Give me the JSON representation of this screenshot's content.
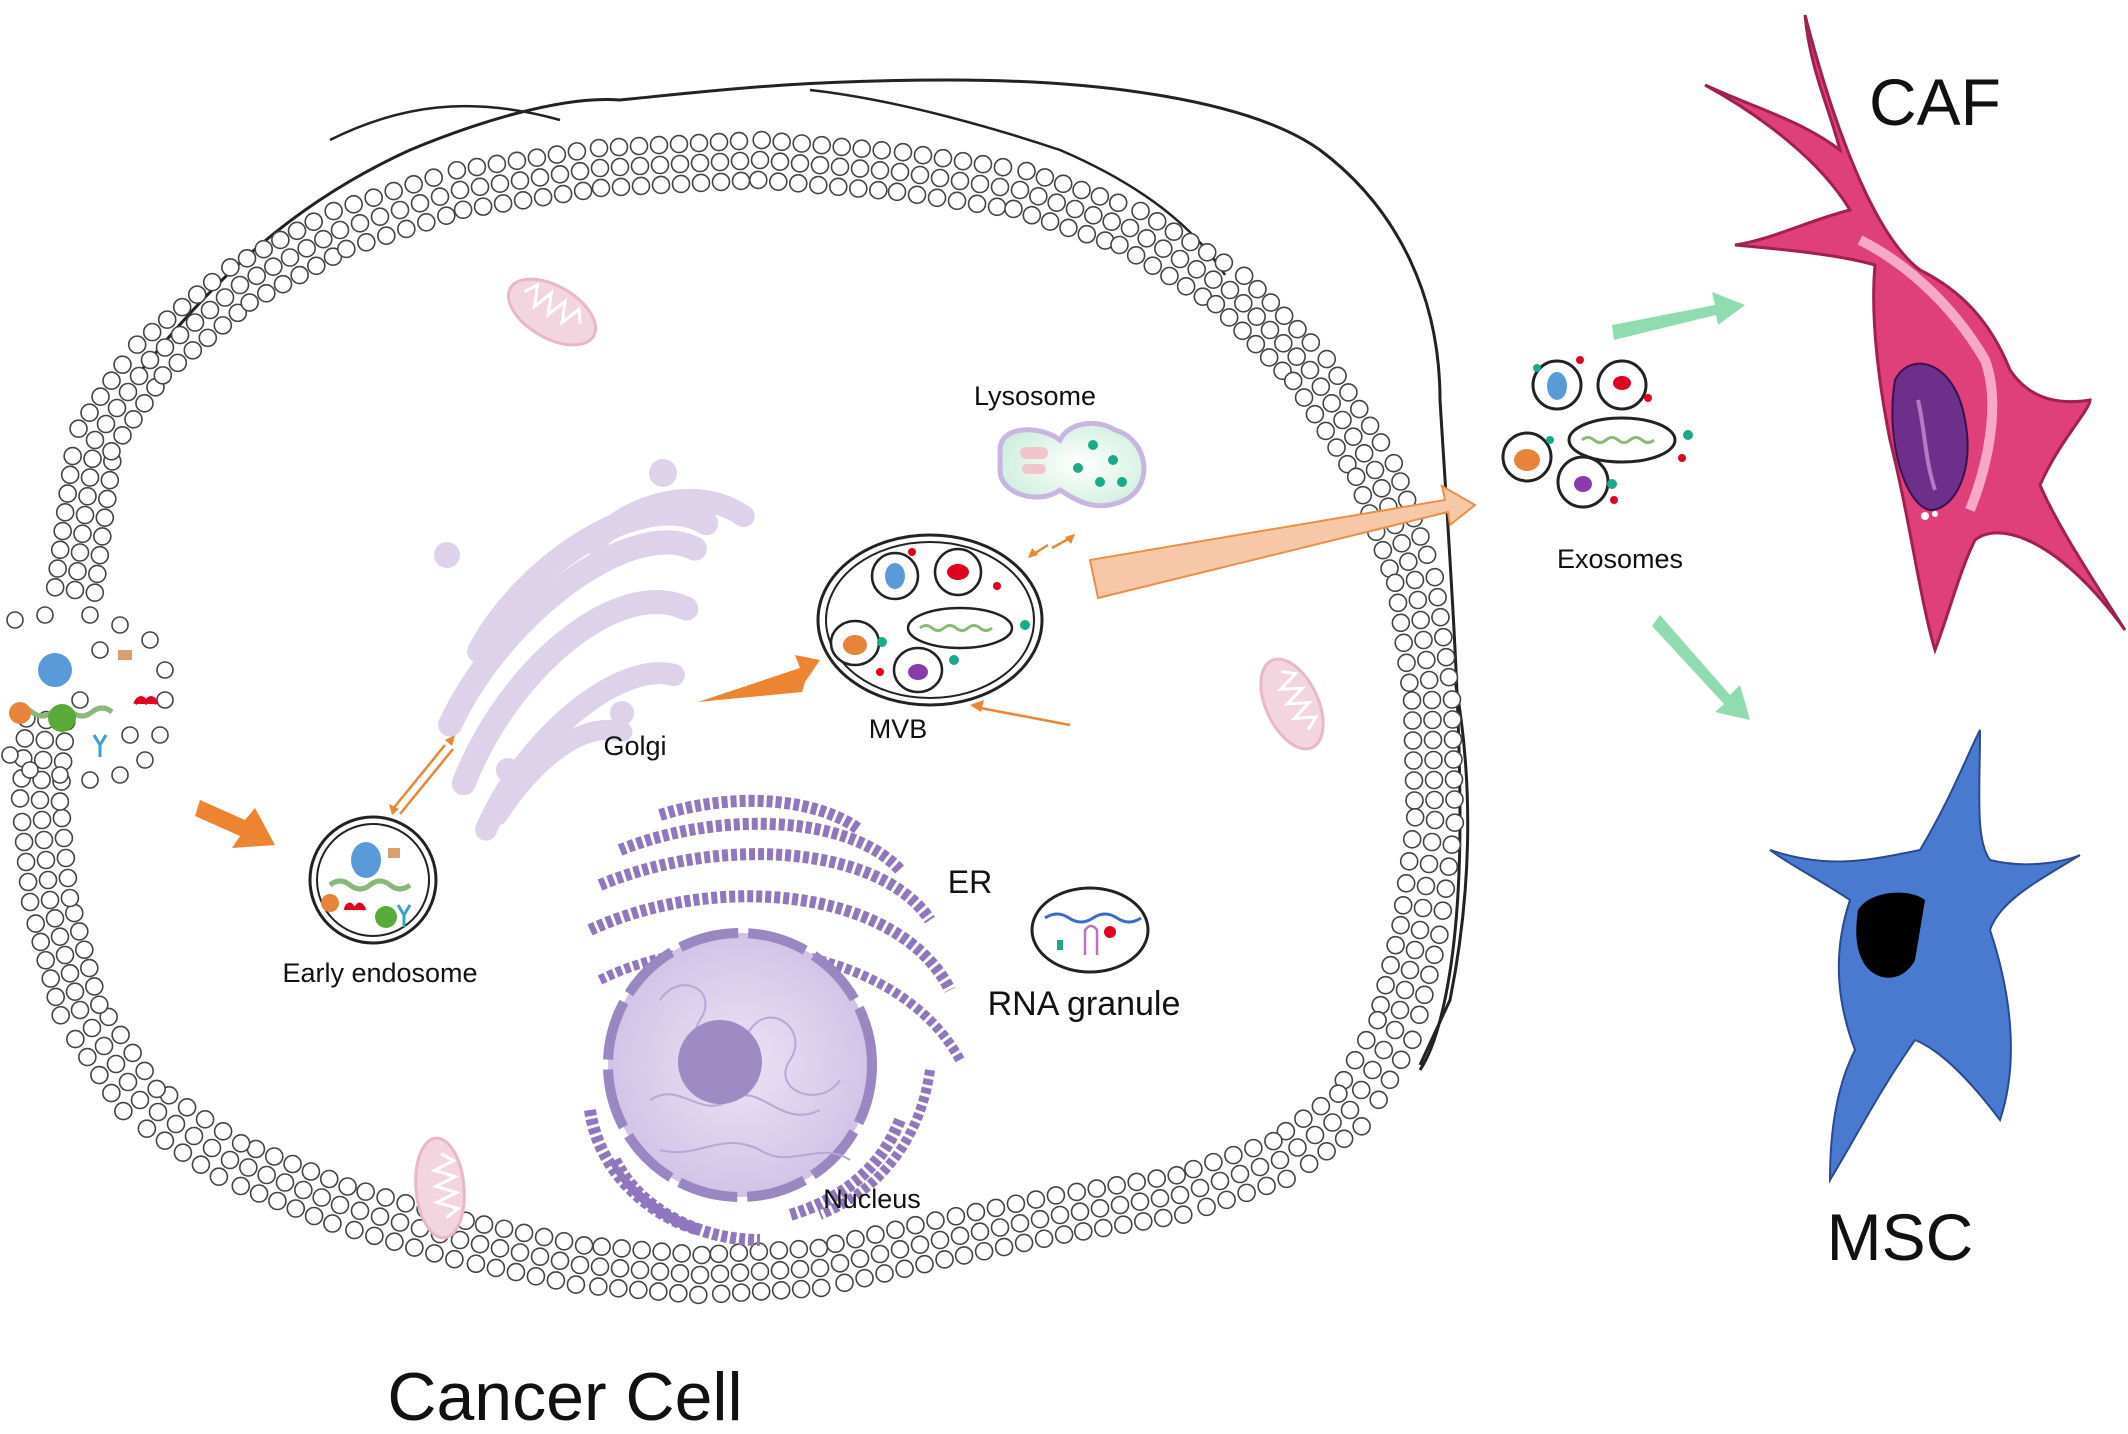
{
  "labels": {
    "cancer_cell": "Cancer Cell",
    "lysosome": "Lysosome",
    "golgi": "Golgi",
    "mvb": "MVB",
    "early_endosome": "Early endosome",
    "er": "ER",
    "rna_granule": "RNA granule",
    "nucleus": "Nucleus",
    "exosomes": "Exosomes",
    "caf": "CAF",
    "msc": "MSC"
  },
  "colors": {
    "membrane_circle": "#444444",
    "mitochondria": "#e8b8c8",
    "golgi": "#ddd2ea",
    "nucleus": "#9a86c0",
    "er": "#8f76be",
    "flow_arrow": "#ec8432",
    "exosome_arrow": "#f6c8a8",
    "target_arrow": "#90dcb0",
    "caf_cell": "#e0407a",
    "caf_nucleus": "#6e2f8a",
    "msc_cell": "#4a7ad0",
    "msc_nucleus": "#000000",
    "cargo_blue": "#5a9ad8",
    "cargo_red": "#e00020",
    "cargo_orange": "#e8843a",
    "cargo_green": "#5aaa3a",
    "cargo_purple": "#8a3aaa",
    "cargo_teal": "#1aaa8a"
  },
  "icons": [
    "cell-membrane-icon",
    "mitochondria-icon",
    "golgi-icon",
    "nucleus-icon",
    "er-icon",
    "lysosome-icon",
    "mvb-icon",
    "early-endosome-icon",
    "rna-granule-icon",
    "exosome-icon",
    "caf-cell-icon",
    "msc-cell-icon"
  ]
}
